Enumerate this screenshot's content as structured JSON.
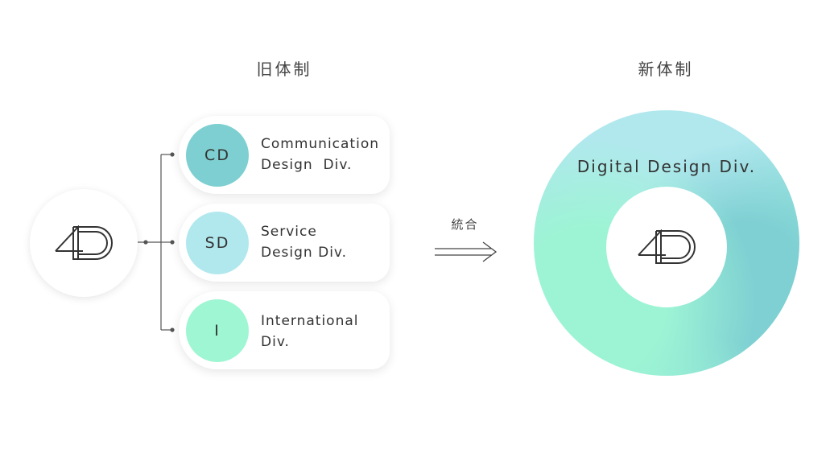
{
  "old_structure": {
    "heading": "旧体制",
    "divisions": [
      {
        "badge": "CD",
        "name_line1": "Communication",
        "name_line2": "Design  Div.",
        "color": "#7ecfd1"
      },
      {
        "badge": "SD",
        "name_line1": "Service",
        "name_line2": "Design Div.",
        "color": "#b1e8ee"
      },
      {
        "badge": "I",
        "name_line1": "International",
        "name_line2": "Div.",
        "color": "#9ef6d3"
      }
    ]
  },
  "merge": {
    "label": "統合"
  },
  "new_structure": {
    "heading": "新体制",
    "division": "Digital Design Div."
  },
  "logo": {
    "icon": "4d-logo-icon"
  }
}
